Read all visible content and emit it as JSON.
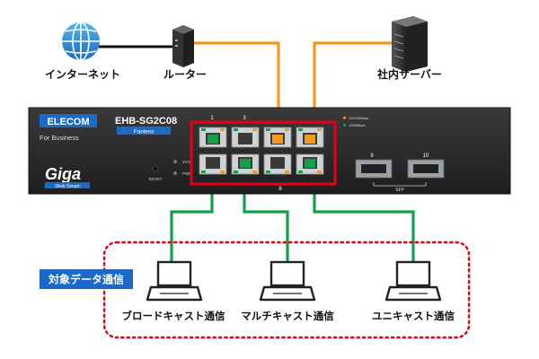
{
  "top_devices": {
    "internet_label": "インターネット",
    "router_label": "ルーター",
    "server_label": "社内サーバー"
  },
  "switch": {
    "brand": "ELECOM",
    "sub_brand": "For Business",
    "model": "EHB-SG2C08",
    "model_badge": "Fanless",
    "giga_logo": "Giga",
    "giga_sub": "Web Smart",
    "reset_label": "RESET",
    "sys_label": "SYS",
    "pwr_label": "PWR",
    "port_label_1": "1",
    "port_label_3": "3",
    "port_label_8": "8",
    "port_label_9": "9",
    "port_label_10": "10",
    "sfp_label": "SFP",
    "legend_1": "10/100Mbps",
    "legend_2": "1000Mbps"
  },
  "target_group": {
    "badge": "対象データ通信",
    "clients": [
      {
        "label": "ブロードキャスト通信"
      },
      {
        "label": "マルチキャスト通信"
      },
      {
        "label": "ユニキャスト通信"
      }
    ]
  },
  "colors": {
    "orange_cable": "#F39A1E",
    "green_cable": "#13A049",
    "red_frame": "#E60012",
    "switch_body": "#2B2B2D",
    "badge_blue": "#1B69C9",
    "globe_blue": "#2F8FD8"
  }
}
